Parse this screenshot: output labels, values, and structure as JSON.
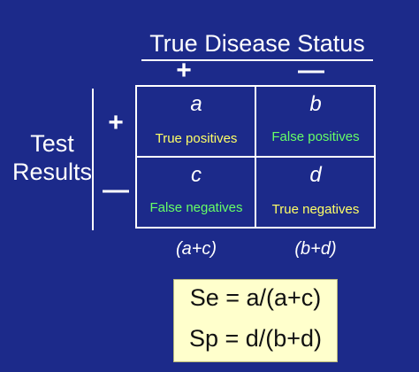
{
  "header": {
    "title": "True Disease Status",
    "plus": "+",
    "minus": "—"
  },
  "rows": {
    "title_line1": "Test",
    "title_line2": "Results",
    "plus": "+",
    "minus": "—"
  },
  "cells": [
    {
      "letter": "a",
      "label": "True positives"
    },
    {
      "letter": "b",
      "label": "False positives"
    },
    {
      "letter": "c",
      "label": "False negatives"
    },
    {
      "letter": "d",
      "label": "True negatives"
    }
  ],
  "sums": {
    "left": "(a+c)",
    "right": "(b+d)"
  },
  "formulas": {
    "sensitivity": "Se = a/(a+c)",
    "specificity": "Sp = d/(b+d)"
  },
  "colors": {
    "background": "#1c2a8a",
    "true_label": "#ffff66",
    "false_label": "#66ff66",
    "formula_box": "#ffffcc"
  }
}
